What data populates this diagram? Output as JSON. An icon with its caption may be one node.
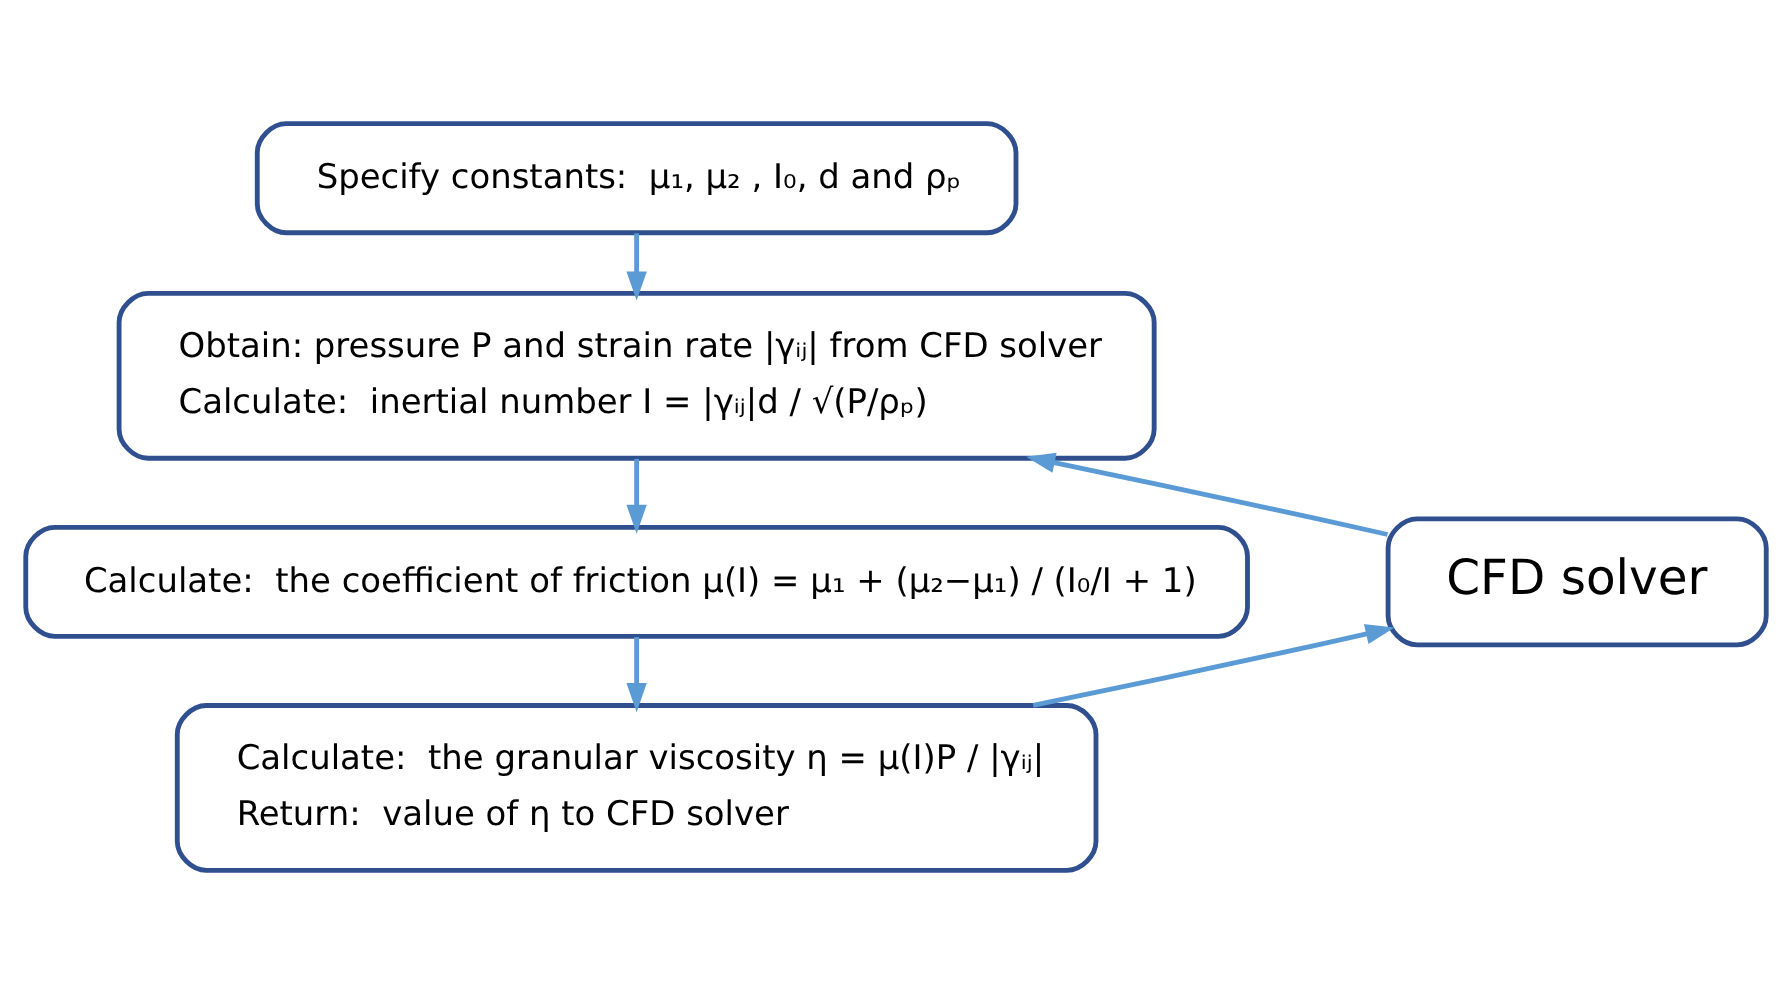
{
  "diagram": {
    "nodes": [
      {
        "text": [
          "Specify constants:  μ₁, μ₂ , I₀, d and ρₚ"
        ]
      },
      {
        "text": [
          "Obtain: pressure P and strain rate |γᵢⱼ| from CFD solver",
          "Calculate:  inertial number I = |γᵢⱼ|d / √(P/ρₚ)"
        ]
      },
      {
        "text": [
          "Calculate:  the coefficient of friction μ(I) = μ₁ + (μ₂−μ₁) / (I₀/I + 1)"
        ]
      },
      {
        "text": [
          "Calculate:  the granular viscosity η = μ(I)P / |γᵢⱼ|",
          "Return:  value of η to CFD solver"
        ]
      },
      {
        "text": [
          "CFD solver"
        ]
      }
    ],
    "edges": [
      {
        "from": 0,
        "to": 1,
        "arrow": "to"
      },
      {
        "from": 1,
        "to": 2,
        "arrow": "to"
      },
      {
        "from": 2,
        "to": 3,
        "arrow": "to"
      },
      {
        "from": 3,
        "to": 4,
        "arrow": "to"
      },
      {
        "from": 4,
        "to": 1,
        "arrow": "to"
      }
    ]
  }
}
